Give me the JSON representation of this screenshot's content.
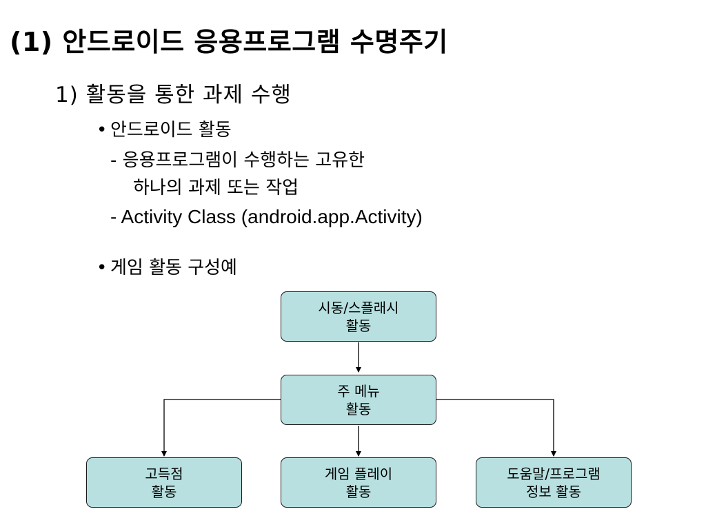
{
  "title": "(1) 안드로이드 응용프로그램 수명주기",
  "subtitle": "1) 활동을 통한 과제 수행",
  "bullets": [
    {
      "label": "안드로이드 활동",
      "lines": [
        "- 응용프로그램이 수행하는 고유한",
        "하나의 과제 또는 작업",
        "- Activity Class (android.app.Activity)"
      ]
    },
    {
      "label": "게임 활동 구성예"
    }
  ],
  "diagram": {
    "splash": {
      "line1": "시동/스플래시",
      "line2": "활동"
    },
    "menu": {
      "line1": "주 메뉴",
      "line2": "활동"
    },
    "score": {
      "line1": "고득점",
      "line2": "활동"
    },
    "play": {
      "line1": "게임 플레이",
      "line2": "활동"
    },
    "help": {
      "line1": "도움말/프로그램",
      "line2": "정보 활동"
    }
  }
}
